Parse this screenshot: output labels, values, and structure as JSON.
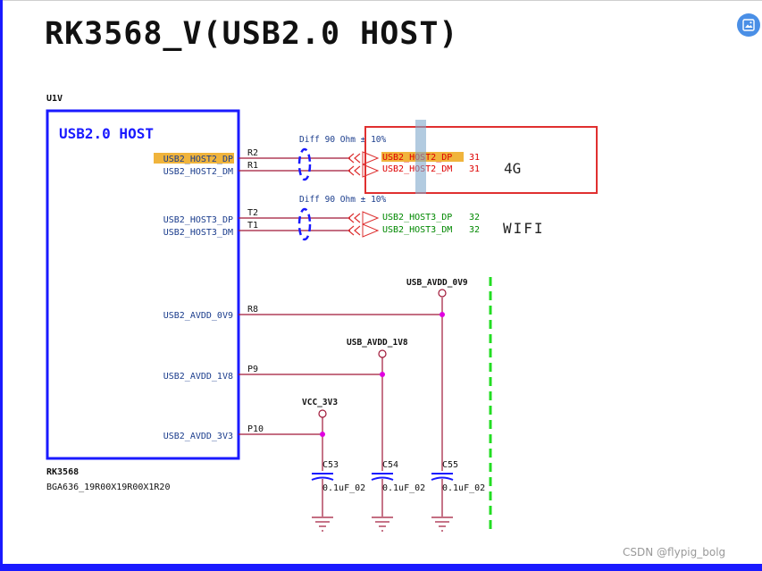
{
  "title": "RK3568_V(USB2.0 HOST)",
  "component": {
    "ref": "U1V",
    "block_title": "USB2.0 HOST",
    "part": "RK3568",
    "package": "BGA636_19R00X19R00X1R20"
  },
  "pins": [
    {
      "name": "USB2_HOST2_DP",
      "ball": "R2"
    },
    {
      "name": "USB2_HOST2_DM",
      "ball": "R1"
    },
    {
      "name": "USB2_HOST3_DP",
      "ball": "T2"
    },
    {
      "name": "USB2_HOST3_DM",
      "ball": "T1"
    },
    {
      "name": "USB2_AVDD_0V9",
      "ball": "R8"
    },
    {
      "name": "USB2_AVDD_1V8",
      "ball": "P9"
    },
    {
      "name": "USB2_AVDD_3V3",
      "ball": "P10"
    }
  ],
  "diff_note": "Diff 90 Ohm ± 10%",
  "nets": [
    {
      "label": "USB2_HOST2_DP",
      "page": "31"
    },
    {
      "label": "USB2_HOST2_DM",
      "page": "31"
    },
    {
      "label": "USB2_HOST3_DP",
      "page": "32"
    },
    {
      "label": "USB2_HOST3_DM",
      "page": "32"
    }
  ],
  "groups": {
    "host2": "4G",
    "host3": "WIFI"
  },
  "power": [
    "USB_AVDD_0V9",
    "USB_AVDD_1V8",
    "VCC_3V3"
  ],
  "caps": [
    {
      "ref": "C53",
      "value": "0.1uF_02"
    },
    {
      "ref": "C54",
      "value": "0.1uF_02"
    },
    {
      "ref": "C55",
      "value": "0.1uF_02"
    }
  ],
  "watermark": "CSDN @flypig_bolg",
  "colors": {
    "frame": "#1a1aff",
    "wire": "#a01838",
    "host2_label": "#dd0000",
    "host3_label": "#008800",
    "pin_text": "#1a3c8c",
    "highlight": "#f0b43c",
    "callout": "#e03030",
    "junction": "#e000e0",
    "divider": "#22dd22"
  },
  "icons": {
    "float_button": "image-icon"
  }
}
